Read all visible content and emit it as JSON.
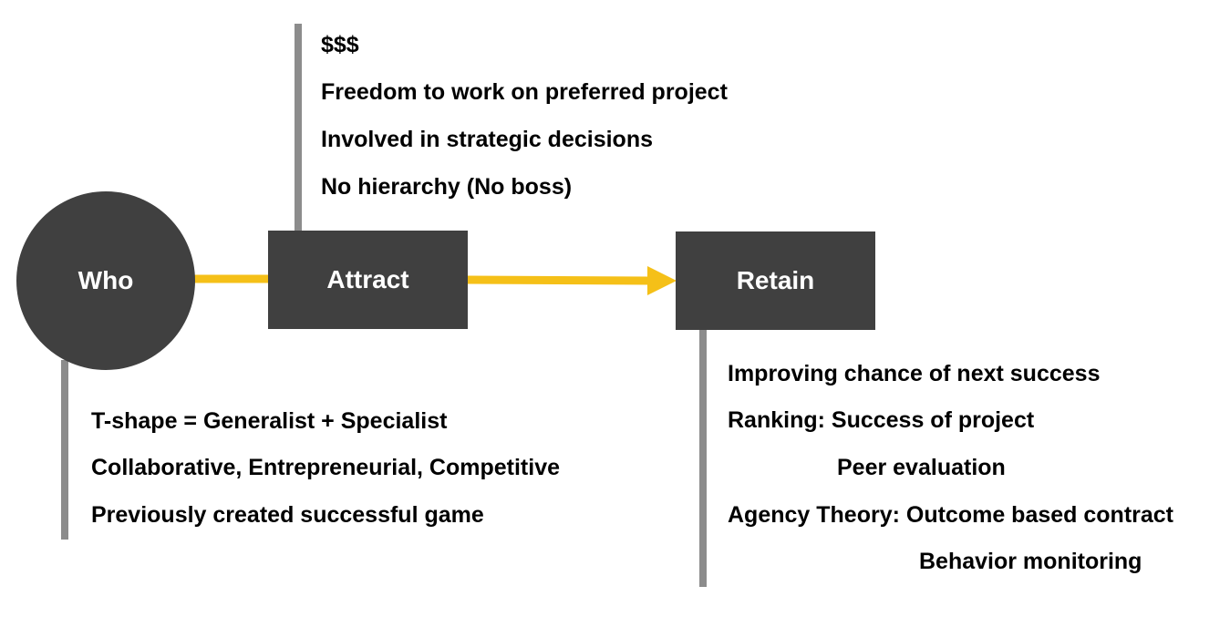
{
  "colors": {
    "node_fill": "#404040",
    "node_text": "#ffffff",
    "connector": "#f5c018",
    "vertical_bar": "#8c8c8c",
    "text": "#000000"
  },
  "nodes": {
    "who": "Who",
    "attract": "Attract",
    "retain": "Retain"
  },
  "attract_items": [
    "$$$",
    "Freedom to work on preferred project",
    "Involved in strategic decisions",
    "No hierarchy (No boss)"
  ],
  "who_items": [
    "T-shape = Generalist + Specialist",
    "Collaborative, Entrepreneurial, Competitive",
    "Previously created successful game"
  ],
  "retain_items": [
    "Improving chance of next success",
    "Ranking: Success of project",
    "Peer evaluation",
    "Agency Theory: Outcome based contract",
    "Behavior monitoring"
  ]
}
